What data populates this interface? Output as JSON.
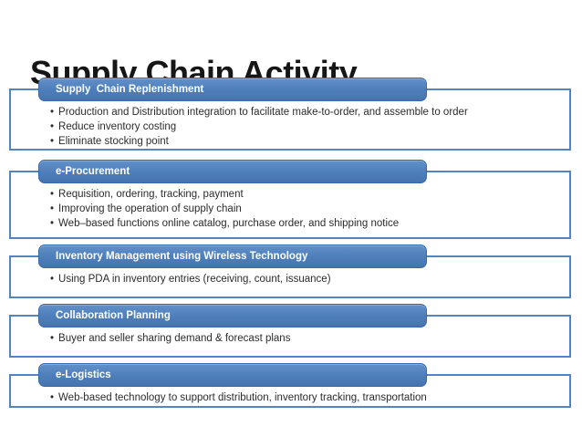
{
  "slide": {
    "title": "Supply Chain Activity"
  },
  "colors": {
    "accent": "#4f81bd",
    "bar_border": "#3b69a5",
    "box_border": "#5585c0",
    "header_text": "#ffffff",
    "body_text": "#2b2b2b",
    "title_text": "#161616",
    "background": "#ffffff"
  },
  "sections": [
    {
      "header": "Supply  Chain Replenishment",
      "bullets": [
        "Production and Distribution integration to facilitate make-to-order, and assemble to order",
        "Reduce inventory costing",
        "Eliminate stocking point"
      ]
    },
    {
      "header": "e-Procurement",
      "bullets": [
        "Requisition, ordering, tracking, payment",
        "Improving the operation of supply chain",
        "Web–based functions online catalog, purchase order, and shipping notice"
      ]
    },
    {
      "header": "Inventory Management using Wireless Technology",
      "bullets": [
        "Using PDA in inventory entries (receiving, count, issuance)"
      ]
    },
    {
      "header": "Collaboration Planning",
      "bullets": [
        "Buyer and seller sharing demand & forecast plans"
      ]
    },
    {
      "header": "e-Logistics",
      "bullets": [
        "Web-based technology to support distribution, inventory tracking, transportation"
      ]
    }
  ]
}
